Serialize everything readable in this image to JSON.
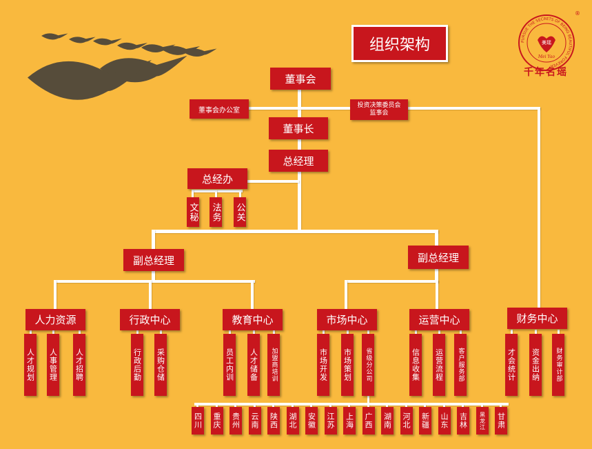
{
  "title": "组织架构",
  "brand": {
    "name": "千年名瑶",
    "ring_text": "PURSUE THE SECRETS OF BEING BEAUTIFUL FOREVER",
    "seal_text": "美瑶",
    "seal_sub": "Mei Yao",
    "registered": "®"
  },
  "colors": {
    "background": "#f9b93e",
    "box": "#c8161d",
    "line": "#ffffff"
  },
  "nodes": {
    "board": "董事会",
    "board_office": "董事会办公室",
    "investment_committee": [
      "投资决策委员会",
      "监事会"
    ],
    "chairman": "董事长",
    "general_manager": "总经理",
    "gm_office": "总经办",
    "gm_office_units": [
      "文秘",
      "法务",
      "公关"
    ],
    "vp_left": "副总经理",
    "vp_right": "副总经理",
    "departments": {
      "hr": {
        "name": "人力资源",
        "units": [
          "人才规划",
          "人事管理",
          "人才招聘"
        ]
      },
      "admin": {
        "name": "行政中心",
        "units": [
          "行政后勤",
          "采购仓储"
        ]
      },
      "education": {
        "name": "教育中心",
        "units": [
          "员工内训",
          "人才储备",
          "加盟商培训"
        ]
      },
      "market": {
        "name": "市场中心",
        "units": [
          "市场开发",
          "市场策划",
          "省级分公司"
        ]
      },
      "operations": {
        "name": "运营中心",
        "units": [
          "信息收集",
          "运营流程",
          "客户服务部"
        ]
      },
      "finance": {
        "name": "财务中心",
        "units": [
          "才会统计",
          "资金出纳",
          "财务审计部"
        ]
      }
    },
    "provinces": [
      "四川",
      "重庆",
      "贵州",
      "云南",
      "陕西",
      "湖北",
      "安徽",
      "江苏",
      "上海",
      "广西",
      "湖南",
      "河北",
      "新疆",
      "山东",
      "吉林",
      "黑龙江",
      "甘肃"
    ]
  }
}
